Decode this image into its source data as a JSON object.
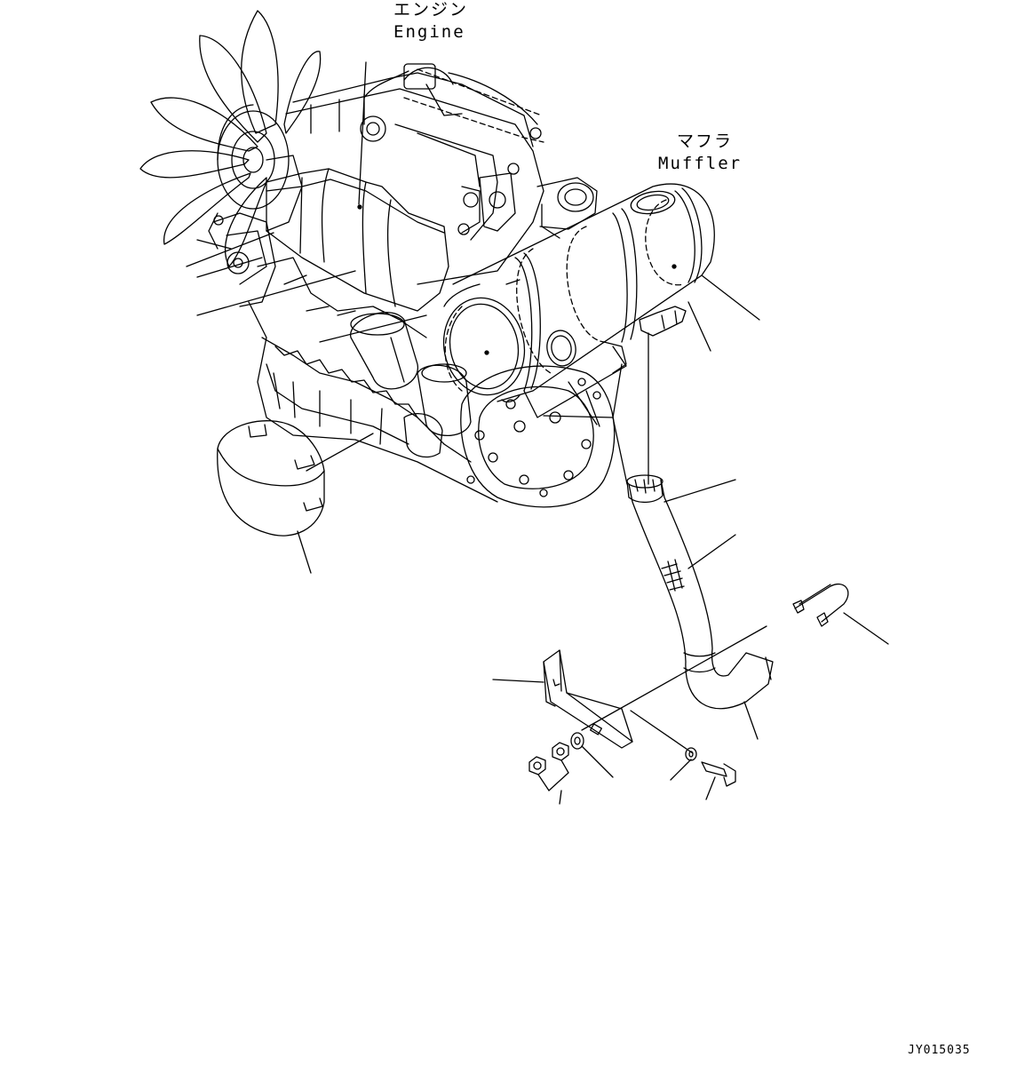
{
  "labels": {
    "engine_jp": "エンジン",
    "engine_en": "Engine",
    "muffler_jp": "マフラ",
    "muffler_en": "Muffler"
  },
  "drawing_code": "JY015035",
  "colors": {
    "line": "#000000",
    "background": "#ffffff"
  }
}
